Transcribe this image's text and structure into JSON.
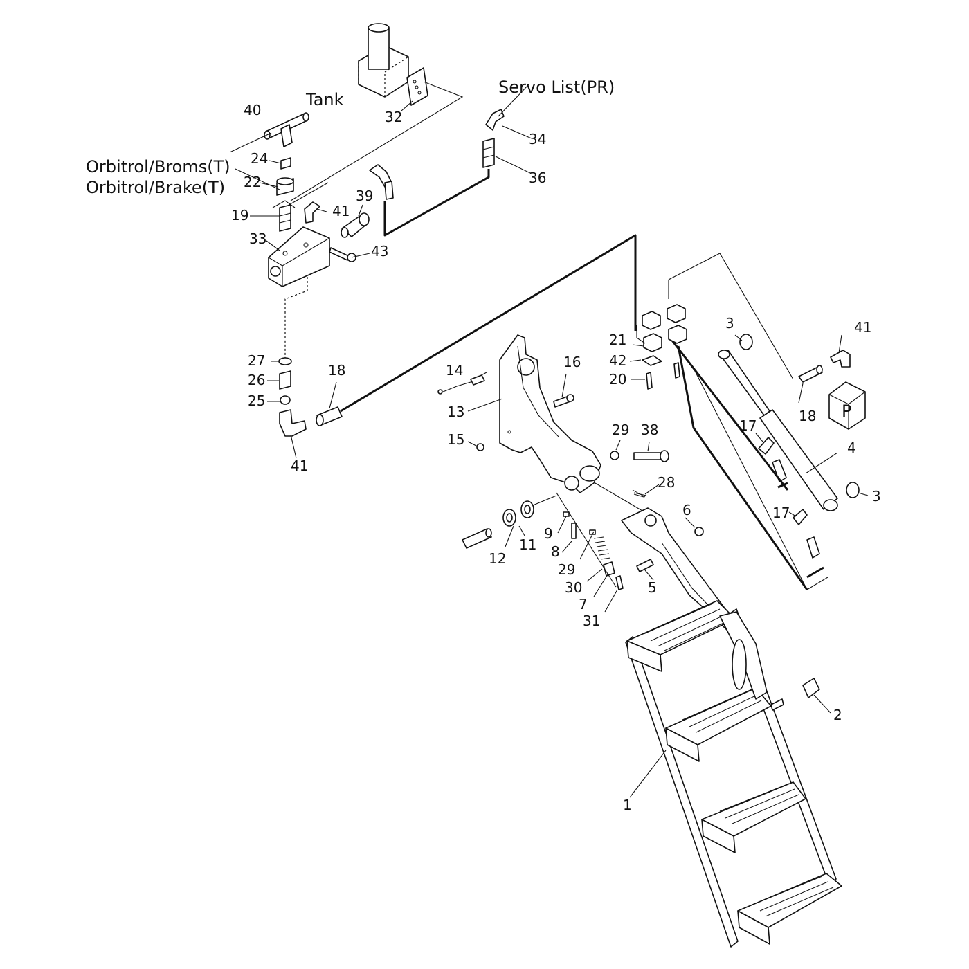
{
  "text": {
    "tank": "Tank",
    "servo": "Servo List(PR)",
    "orbitrol_broms": "Orbitrol/Broms(T)",
    "orbitrol_brake": "Orbitrol/Brake(T)",
    "port_p": "P"
  },
  "labels": {
    "n1": "1",
    "n2": "2",
    "n3a": "3",
    "n3b": "3",
    "n4": "4",
    "n5": "5",
    "n6": "6",
    "n7": "7",
    "n8": "8",
    "n9": "9",
    "n11": "11",
    "n12": "12",
    "n13": "13",
    "n14": "14",
    "n15": "15",
    "n16": "16",
    "n17a": "17",
    "n17b": "17",
    "n18a": "18",
    "n18b": "18",
    "n19": "19",
    "n20": "20",
    "n21": "21",
    "n22": "22",
    "n24": "24",
    "n25": "25",
    "n26": "26",
    "n27": "27",
    "n28": "28",
    "n29a": "29",
    "n29b": "29",
    "n30": "30",
    "n31": "31",
    "n32": "32",
    "n33": "33",
    "n34": "34",
    "n36": "36",
    "n38": "38",
    "n39": "39",
    "n40": "40",
    "n41a": "41",
    "n41b": "41",
    "n41c": "41",
    "n42": "42",
    "n43": "43"
  }
}
